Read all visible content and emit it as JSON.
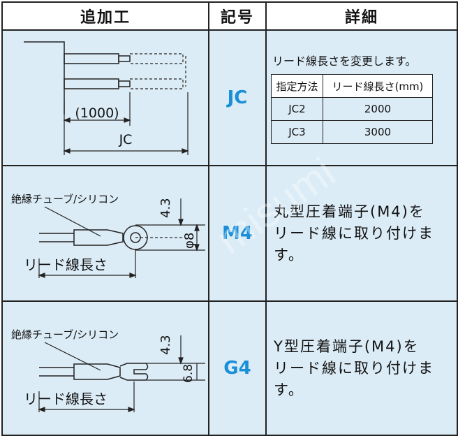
{
  "header": {
    "col_process": "追加工",
    "col_symbol": "記号",
    "col_detail": "詳細"
  },
  "rows": [
    {
      "code": "JC",
      "detail_intro": "リード線長さを変更します。",
      "sub_table": {
        "headers": [
          "指定方法",
          "リード線長さ(mm)"
        ],
        "rows": [
          [
            "JC2",
            "2000"
          ],
          [
            "JC3",
            "3000"
          ]
        ]
      },
      "diagram": {
        "dim_default": "(1000)",
        "dim_label": "JC"
      }
    },
    {
      "code": "M4",
      "detail": [
        "丸型圧着端子(M4)を",
        "リード線に取り付けます。"
      ],
      "diagram": {
        "insulation_label": "絶縁チューブ/シリコン",
        "lead_length_label": "リード線長さ",
        "dim_a": "4.3",
        "dim_b": "φ8"
      }
    },
    {
      "code": "G4",
      "detail": [
        "Y型圧着端子(M4)を",
        "リード線に取り付けます。"
      ],
      "diagram": {
        "insulation_label": "絶縁チューブ/シリコン",
        "lead_length_label": "リード線長さ",
        "dim_a": "4.3",
        "dim_b": "6.8"
      }
    }
  ],
  "watermark": "misumi"
}
